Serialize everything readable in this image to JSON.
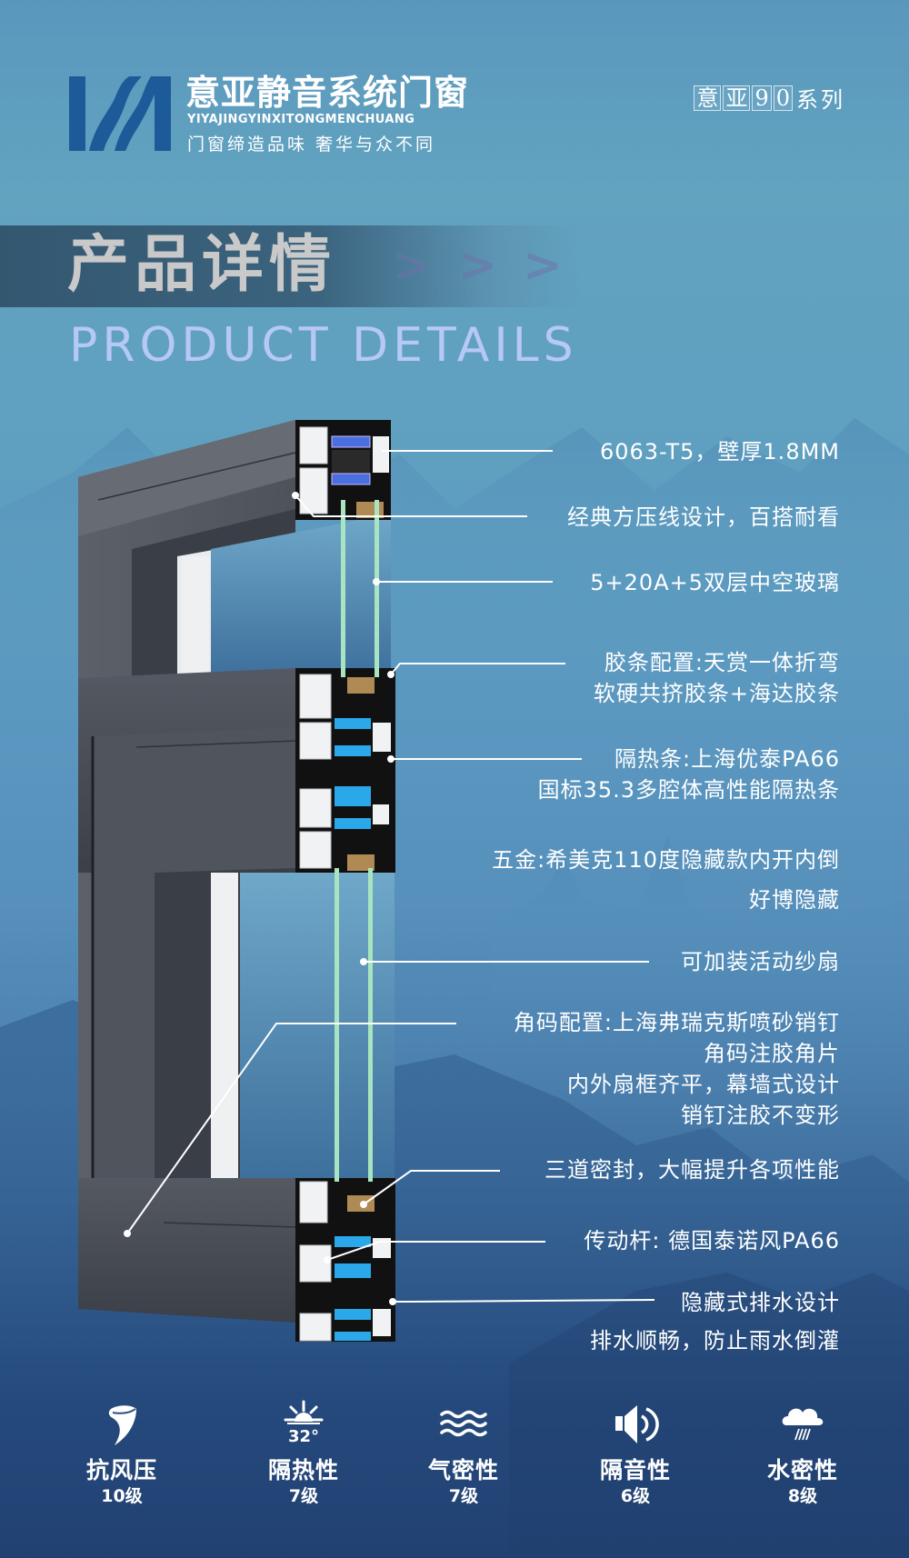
{
  "brand": {
    "name": "意亚静音系统门窗",
    "pinyin": "YIYAJINGYINXITONGMENCHUANG",
    "slogan": "门窗缔造品味 奢华与众不同",
    "logo_icon": "yh-logo-icon",
    "color": "#1d5a9a"
  },
  "series": {
    "boxed_chars": [
      "意",
      "亚",
      "9",
      "0"
    ],
    "suffix": "系列"
  },
  "section": {
    "title_cn": "产品详情",
    "arrows": ">>>",
    "title_en": "PRODUCT DETAILS"
  },
  "callouts": [
    {
      "lines": [
        "6063-T5，壁厚1.8MM"
      ]
    },
    {
      "lines": [
        "经典方压线设计，百搭耐看"
      ]
    },
    {
      "lines": [
        "5+20A+5双层中空玻璃"
      ]
    },
    {
      "lines": [
        "胶条配置:天赏一体折弯",
        "软硬共挤胶条+海达胶条"
      ]
    },
    {
      "lines": [
        "隔热条:上海优泰PA66",
        "国标35.3多腔体高性能隔热条"
      ]
    },
    {
      "lines": [
        "五金:希美克110度隐藏款内开内倒",
        "好博隐藏"
      ]
    },
    {
      "lines": [
        "可加装活动纱扇"
      ]
    },
    {
      "lines": [
        "角码配置:上海弗瑞克斯喷砂销钉",
        "角码注胶角片",
        "内外扇框齐平，幕墙式设计",
        "销钉注胶不变形"
      ]
    },
    {
      "lines": [
        "三道密封，大幅提升各项性能"
      ]
    },
    {
      "lines": [
        "传动杆: 德国泰诺风PA66"
      ]
    },
    {
      "lines": [
        "隐藏式排水设计",
        "排水顺畅，防止雨水倒灌"
      ]
    }
  ],
  "features": [
    {
      "name": "抗风压",
      "level": "10级",
      "icon": "wind-icon"
    },
    {
      "name": "隔热性",
      "level": "7级",
      "icon": "sun-temperature-icon",
      "icon_text": "32°"
    },
    {
      "name": "气密性",
      "level": "7级",
      "icon": "waves-icon"
    },
    {
      "name": "隔音性",
      "level": "6级",
      "icon": "speaker-icon"
    },
    {
      "name": "水密性",
      "level": "8级",
      "icon": "rain-cloud-icon"
    }
  ],
  "colors": {
    "title_cn": "#c9c9c9",
    "title_en": "#b6c8f4",
    "frame": "#5b5f66",
    "glass_edge": "#a8e4bf",
    "thermal_break": "#2aa8ea"
  }
}
